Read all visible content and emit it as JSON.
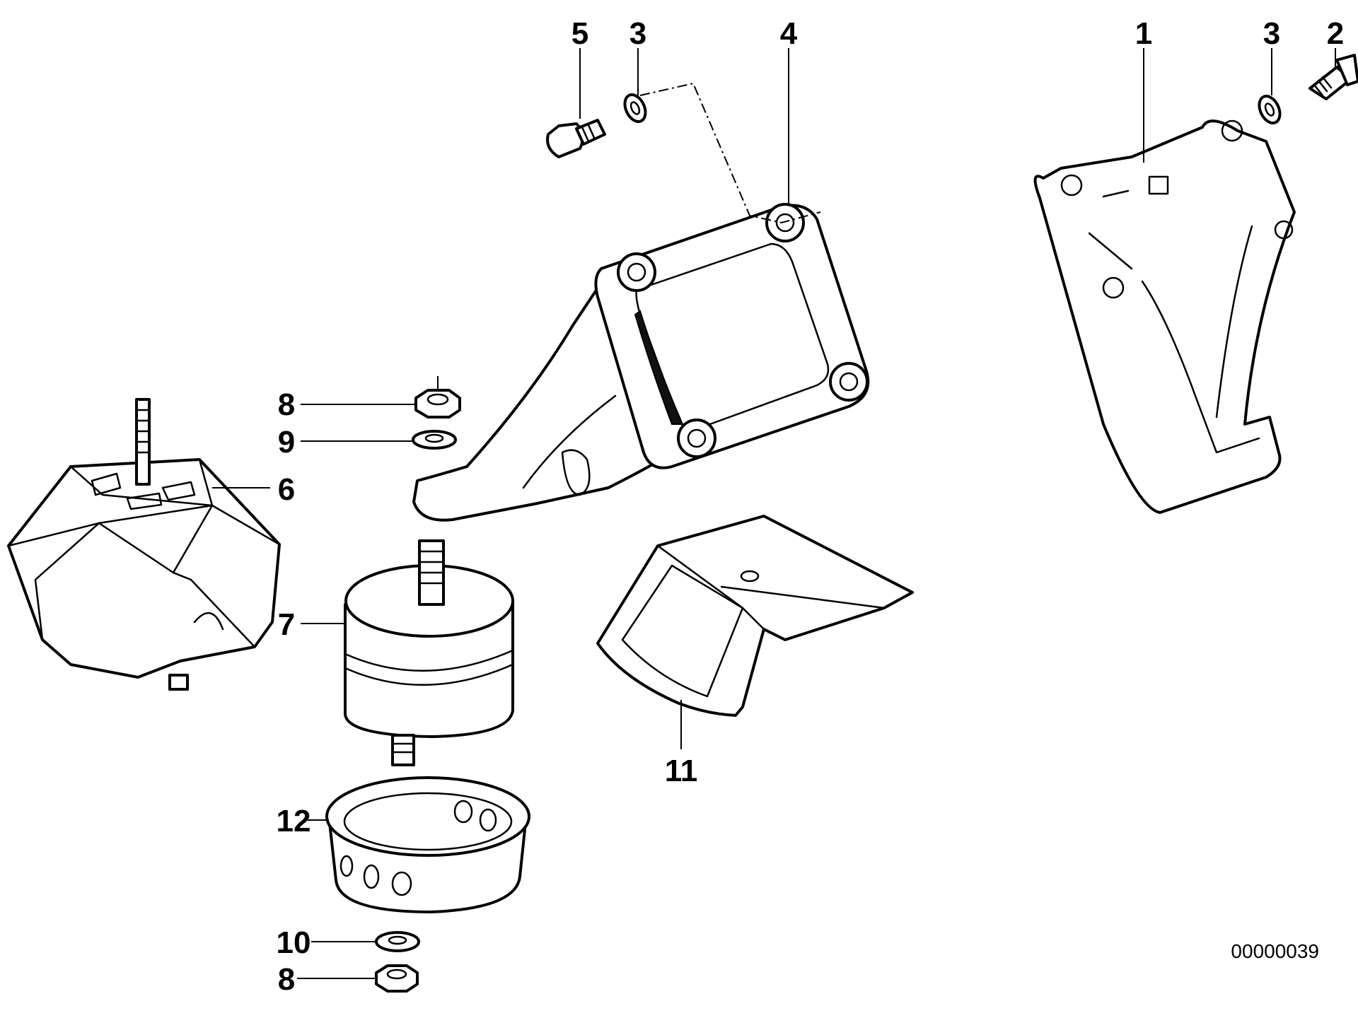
{
  "diagram": {
    "part_numbers": {
      "bracket_right": "1",
      "bolt_right": "2",
      "washer_right": "3",
      "bracket_center": "4",
      "bolt_left": "5",
      "washer_left": "3",
      "mount_large": "6",
      "mount_cylinder": "7",
      "nut_top": "8",
      "washer_top": "9",
      "washer_bottom": "10",
      "heat_shield": "11",
      "ring_cup": "12",
      "nut_bottom": "8"
    },
    "diagram_code": "00000039"
  },
  "colors": {
    "ink": "#000000",
    "background": "#ffffff"
  }
}
